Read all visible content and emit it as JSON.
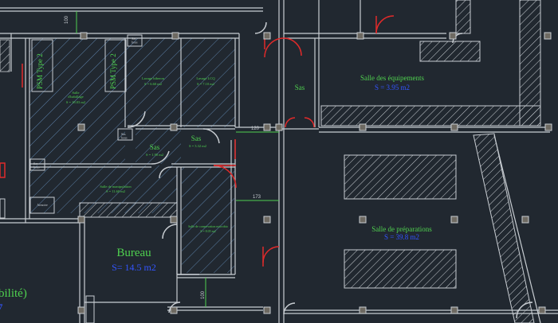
{
  "colors": {
    "background": "#212830",
    "wall": "#c8cdd2",
    "hatch": "#5b7fa6",
    "label_green": "#4fd14f",
    "label_blue": "#3355ff",
    "door": "#e02a2a",
    "dimension": "#4fd14f",
    "column_fill": "#6e6a62"
  },
  "rooms": {
    "psm1": "PSM Type 2",
    "psm2": "PSM Type 2",
    "sas_pass": "Sas\nbous",
    "salle_habillage": "Salle\nd'habillage",
    "salle_habillage_area": "S = 18.03 m2",
    "lavage_biberons": "Lavage biberon",
    "lavage_biberons_area": "S = 6.60 m2",
    "lavage_lcq": "Lavage LCQ",
    "lavage_lcq_area": "S = 7.10 m2",
    "sas_bous_mid": "Sas\nbous",
    "sas_left": "Sas",
    "sas_left_area": "S = 1.90 m2",
    "sas_right": "Sas",
    "sas_right_area": "S = 3.32 m2",
    "sas_bous_left": "Sas\nbous",
    "manipulation": "Salle de manipulation",
    "manipulation_area": "S = 11.60 m2",
    "armoire": "Armoire",
    "conservation": "Salle de conservation microbio",
    "conservation_area": "S = 8.05 m2",
    "bureau": "Bureau",
    "bureau_area": "S= 14.5 m2",
    "partial_left": "bilité)",
    "sas_main": "Sas",
    "salle_equipements": "Salle des équipements",
    "salle_equipements_area": "S = 3.95 m2",
    "salle_preparations": "Salle de préparations",
    "salle_preparations_area": "S = 39.8 m2",
    "partial_bottom_left": "7"
  },
  "dimensions": {
    "d100_top": "100",
    "d120": "120",
    "d173": "173",
    "d100_bottom": "100"
  }
}
